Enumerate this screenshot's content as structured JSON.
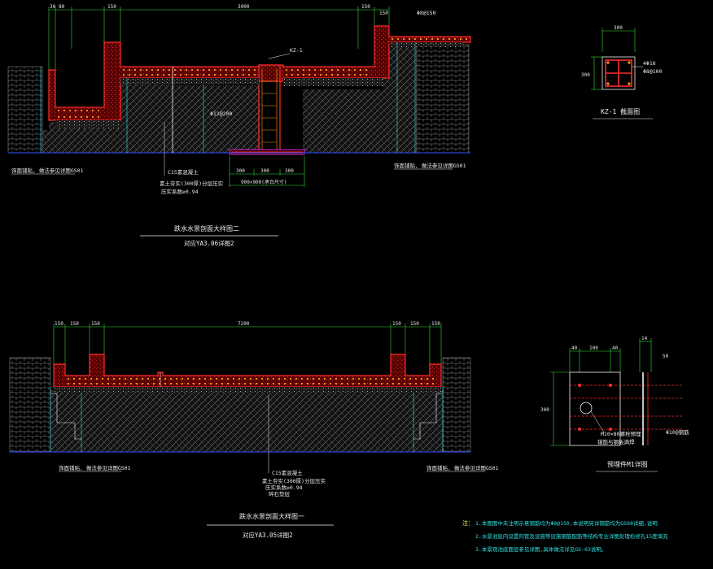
{
  "section_top": {
    "title": "跌水水景剖面大样图二",
    "ref": "对应YA3.06详图2",
    "dims_top": [
      "30",
      "80",
      "150",
      "3000",
      "150",
      "150"
    ],
    "label_kz": "KZ-1",
    "label_top_right": "Φ8@150",
    "label_left": "饰面铺贴, 做法参见详图GS01",
    "label_right": "饰面铺贴, 做法参见详图GS01",
    "label_c15": "C15素混凝土",
    "label_soil": "素土夯实(300厚)分层压实",
    "label_comp": "压实系数≥0.94",
    "label_rebar": "Φ12@200",
    "dims_bottom": [
      "300",
      "300",
      "300"
    ],
    "dim_total": "900×900(承台尺寸)"
  },
  "section_bottom": {
    "title": "跌水水景剖面大样图一",
    "ref": "对应YA3.05详图2",
    "dims_top": [
      "150",
      "150",
      "150",
      "7200",
      "150",
      "150",
      "150"
    ],
    "label_left": "饰面铺贴, 做法参见详图GS01",
    "label_right": "饰面铺贴, 做法参见详图GS01",
    "label_c15": "C15素混凝土",
    "label_soil": "素土夯实(300厚)分层压实",
    "label_comp": "压实系数≥0.94",
    "label_gravel": "碎石垫层"
  },
  "kz_detail": {
    "title": "KZ-1 截面图",
    "dim": "300",
    "rebar_main": "4Φ16",
    "rebar_stirrup": "Φ8@100"
  },
  "embed_detail": {
    "title": "预埋件M1详图",
    "dims_top": [
      "40",
      "100",
      "40"
    ],
    "dim_side": "300",
    "dim_right": "14",
    "dim_plate": "50",
    "label_bolt": "M10×80螺栓预埋",
    "label_weld": "锚筋与钢板满焊",
    "label_rebar": "Φ10@钢筋"
  },
  "notes": {
    "head": "注：",
    "lines": [
      "1.本图图中未注明示意钢筋均为Φ8@150,本说明另详钢筋均为GS08详细,说明",
      "2.水景池底内设置的管及设施等设施钢筋配筋等结构专业详图处理检修孔15度填充",
      "3.本景观池底面层参见详图,具体做法详见GS-03说明。"
    ]
  },
  "colors": {
    "concrete": "#ff2a2a",
    "rebar": "#ff9a1a",
    "hatch": "#6e6e6e",
    "dim": "#2fe02f",
    "outline": "#f0f0f0",
    "ground": "#2f4cff",
    "cyan": "#2fe0e0",
    "magenta": "#ff33ff",
    "yellow": "#ffff55"
  }
}
